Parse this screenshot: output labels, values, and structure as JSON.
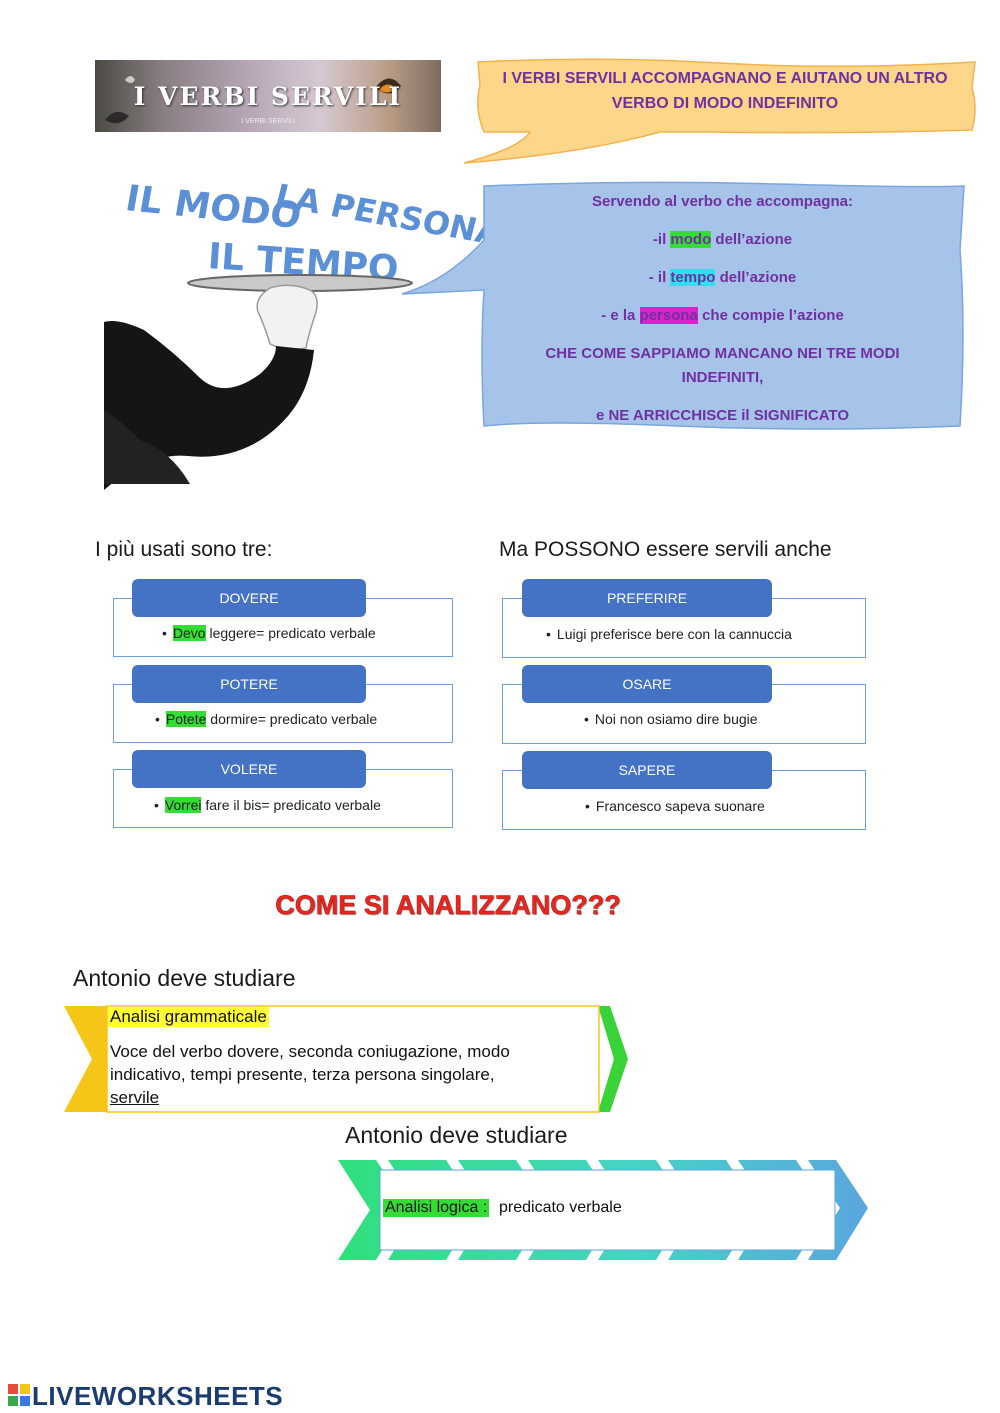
{
  "banner": {
    "title": "I VERBI SERVILI",
    "subtitle": "I VERBI SERVILI"
  },
  "callout_yellow": {
    "line1": "I VERBI SERVILI ACCOMPAGNANO E AIUTANO UN ALTRO",
    "line2": "VERBO DI MODO INDEFINITO"
  },
  "wavy_words": {
    "modo": "IL MODO",
    "persona": "LA PERSONA",
    "tempo": "IL TEMPO"
  },
  "callout_blue": {
    "intro": "Servendo al verbo che accompagna:",
    "modo_pre": "-il ",
    "modo_hl": "modo",
    "modo_post": " dell’azione",
    "tempo_pre": "- il ",
    "tempo_hl": "tempo",
    "tempo_post": " dell’azione",
    "persona_pre": "- e la ",
    "persona_hl": "persona",
    "persona_post": " che compie l’azione",
    "missing_line1": "CHE COME SAPPIAMO MANCANO NEI TRE MODI",
    "missing_line2": "INDEFINITI,",
    "final": "e NE ARRICCHISCE il SIGNIFICATO"
  },
  "left_section": {
    "title": "I più usati sono tre:",
    "cards": [
      {
        "verb": "DOVERE",
        "highlight": "Devo",
        "rest": " leggere= predicato verbale"
      },
      {
        "verb": "POTERE",
        "highlight": "Potete",
        "rest": " dormire= predicato verbale"
      },
      {
        "verb": "VOLERE",
        "highlight": "Vorrei",
        "rest": " fare il bis= predicato verbale"
      }
    ]
  },
  "right_section": {
    "title": "Ma POSSONO essere servili anche",
    "cards": [
      {
        "verb": "PREFERIRE",
        "text": "Luigi preferisce bere con la cannuccia"
      },
      {
        "verb": "OSARE",
        "text": "Noi non osiamo dire bugie"
      },
      {
        "verb": "SAPERE",
        "text": "Francesco sapeva suonare"
      }
    ]
  },
  "analysis": {
    "heading": "COME SI ANALIZZANO???",
    "example1": "Antonio deve studiare",
    "gram_label": "Analisi grammaticale",
    "gram_line1": " Voce del verbo dovere, seconda coniugazione, modo",
    "gram_line2": "indicativo, tempi presente, terza persona singolare,",
    "gram_line3": "servile",
    "example2": "Antonio deve studiare",
    "logic_label": "Analisi logica :",
    "logic_value": "predicato verbale"
  },
  "footer": {
    "brand": "LIVEWORKSHEETS"
  },
  "colors": {
    "accent_blue": "#4472c4",
    "purple_text": "#7030a0",
    "heading_red": "#e8281e"
  }
}
